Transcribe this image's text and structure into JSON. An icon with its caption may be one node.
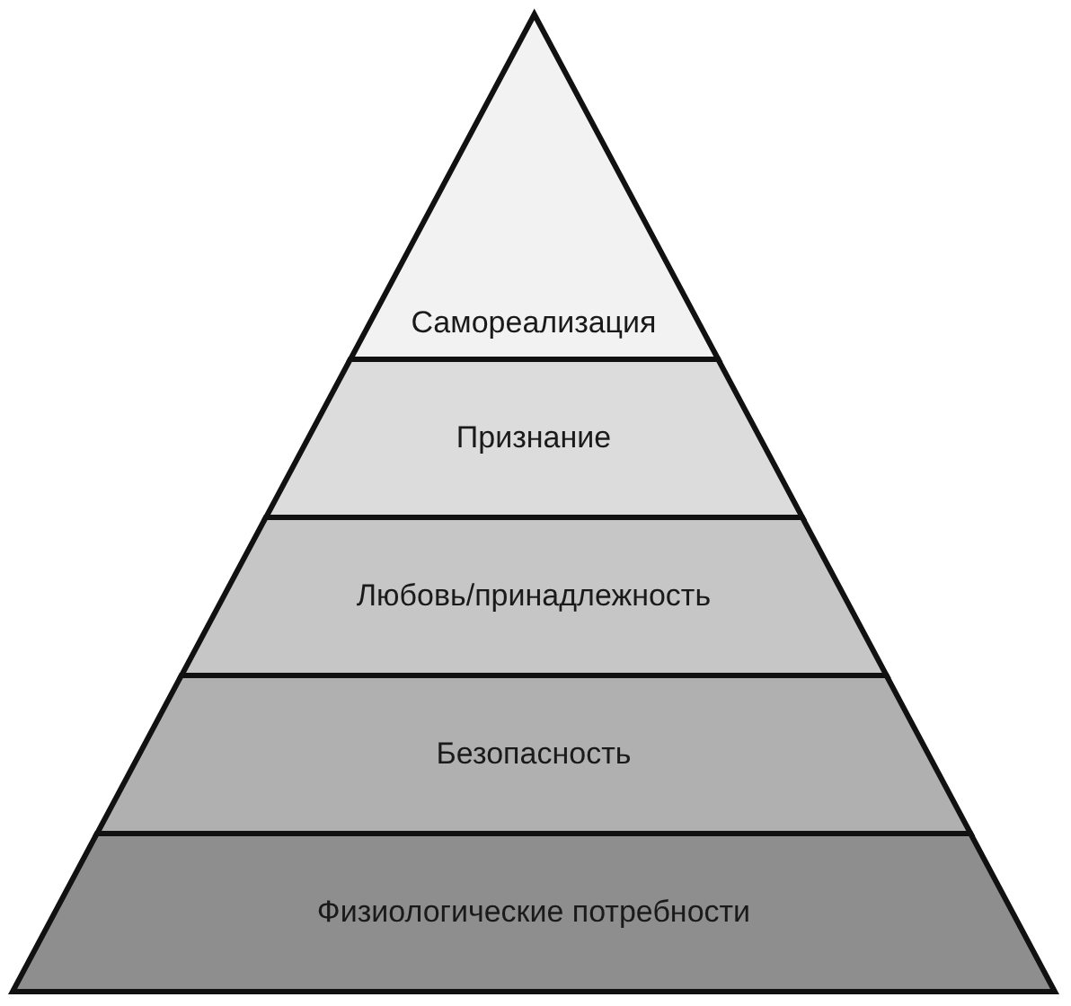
{
  "diagram": {
    "nodes": [
      {
        "text": [
          "Самореализация"
        ]
      },
      {
        "text": [
          "Признание"
        ]
      },
      {
        "text": [
          "Любовь/принадлежность"
        ]
      },
      {
        "text": [
          "Безопасность"
        ]
      },
      {
        "text": [
          "Физиологические потребности"
        ]
      }
    ]
  }
}
